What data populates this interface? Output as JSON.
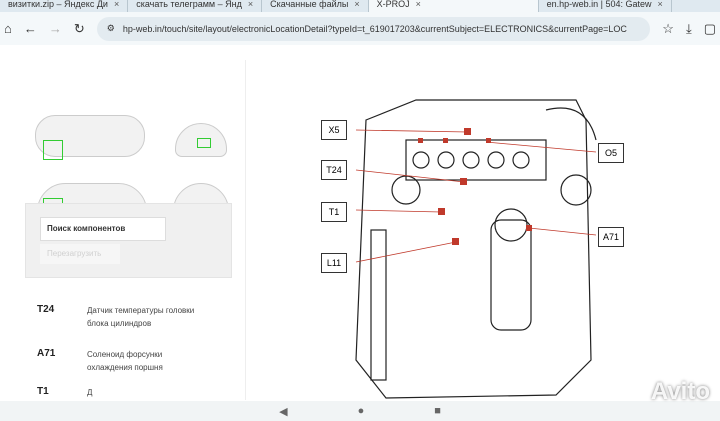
{
  "browser": {
    "tabs": [
      {
        "label": "визитки.zip – Яндекс Ди"
      },
      {
        "label": "скачать телеграмм – Янд"
      },
      {
        "label": "Скачанные файлы"
      },
      {
        "label": "X-PROJ",
        "active": true
      },
      {
        "label": "en.hp-web.in | 504: Gatew"
      }
    ],
    "url": "hp-web.in/touch/site/layout/electronicLocationDetail?typeId=t_619017203&currentSubject=ELECTRONICS&currentPage=LOC"
  },
  "sidebar": {
    "search_placeholder": "Поиск компонентов",
    "reload_label": "Перезагрузить",
    "components": [
      {
        "code": "T24",
        "desc": "Датчик температуры головки блока цилиндров"
      },
      {
        "code": "A71",
        "desc": "Соленоид форсунки охлаждения поршня"
      },
      {
        "code": "T1",
        "desc": "Д"
      }
    ]
  },
  "diagram": {
    "labels": [
      "X5",
      "T24",
      "T1",
      "L11",
      "O5",
      "A71"
    ],
    "marker_color": "#c0392b"
  },
  "watermark": "Avito"
}
